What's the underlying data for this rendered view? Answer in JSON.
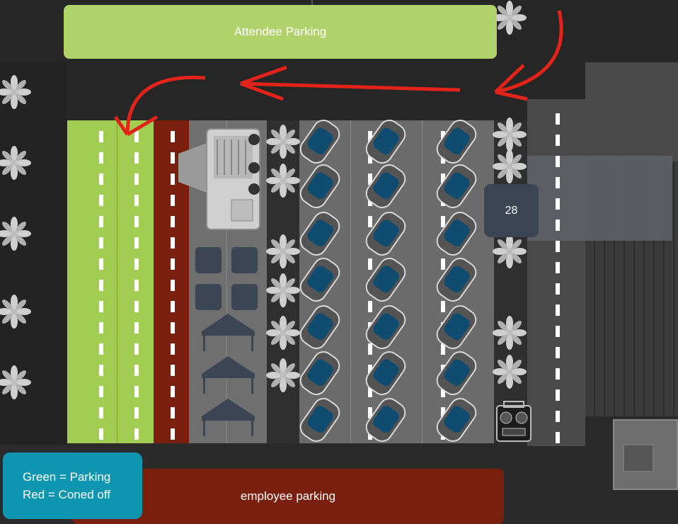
{
  "labels": {
    "attendee_parking": "Attendee Parking",
    "employee_parking": "employee parking",
    "spot_number": "28"
  },
  "legend": {
    "line1": "Green = Parking",
    "line2": "Red = Coned off"
  },
  "colors": {
    "parking_green": "#a1cd53",
    "coned_off_red": "#7a1f0e",
    "legend_teal": "#0e95b0",
    "arrow_red": "#e2231a",
    "car_blue": "#0f4c70"
  },
  "icons": [
    "car-icon",
    "food-truck-icon",
    "canopy-tent-icon",
    "boombox-icon",
    "shrub-icon",
    "route-arrow-icon",
    "dumpster-icon"
  ]
}
